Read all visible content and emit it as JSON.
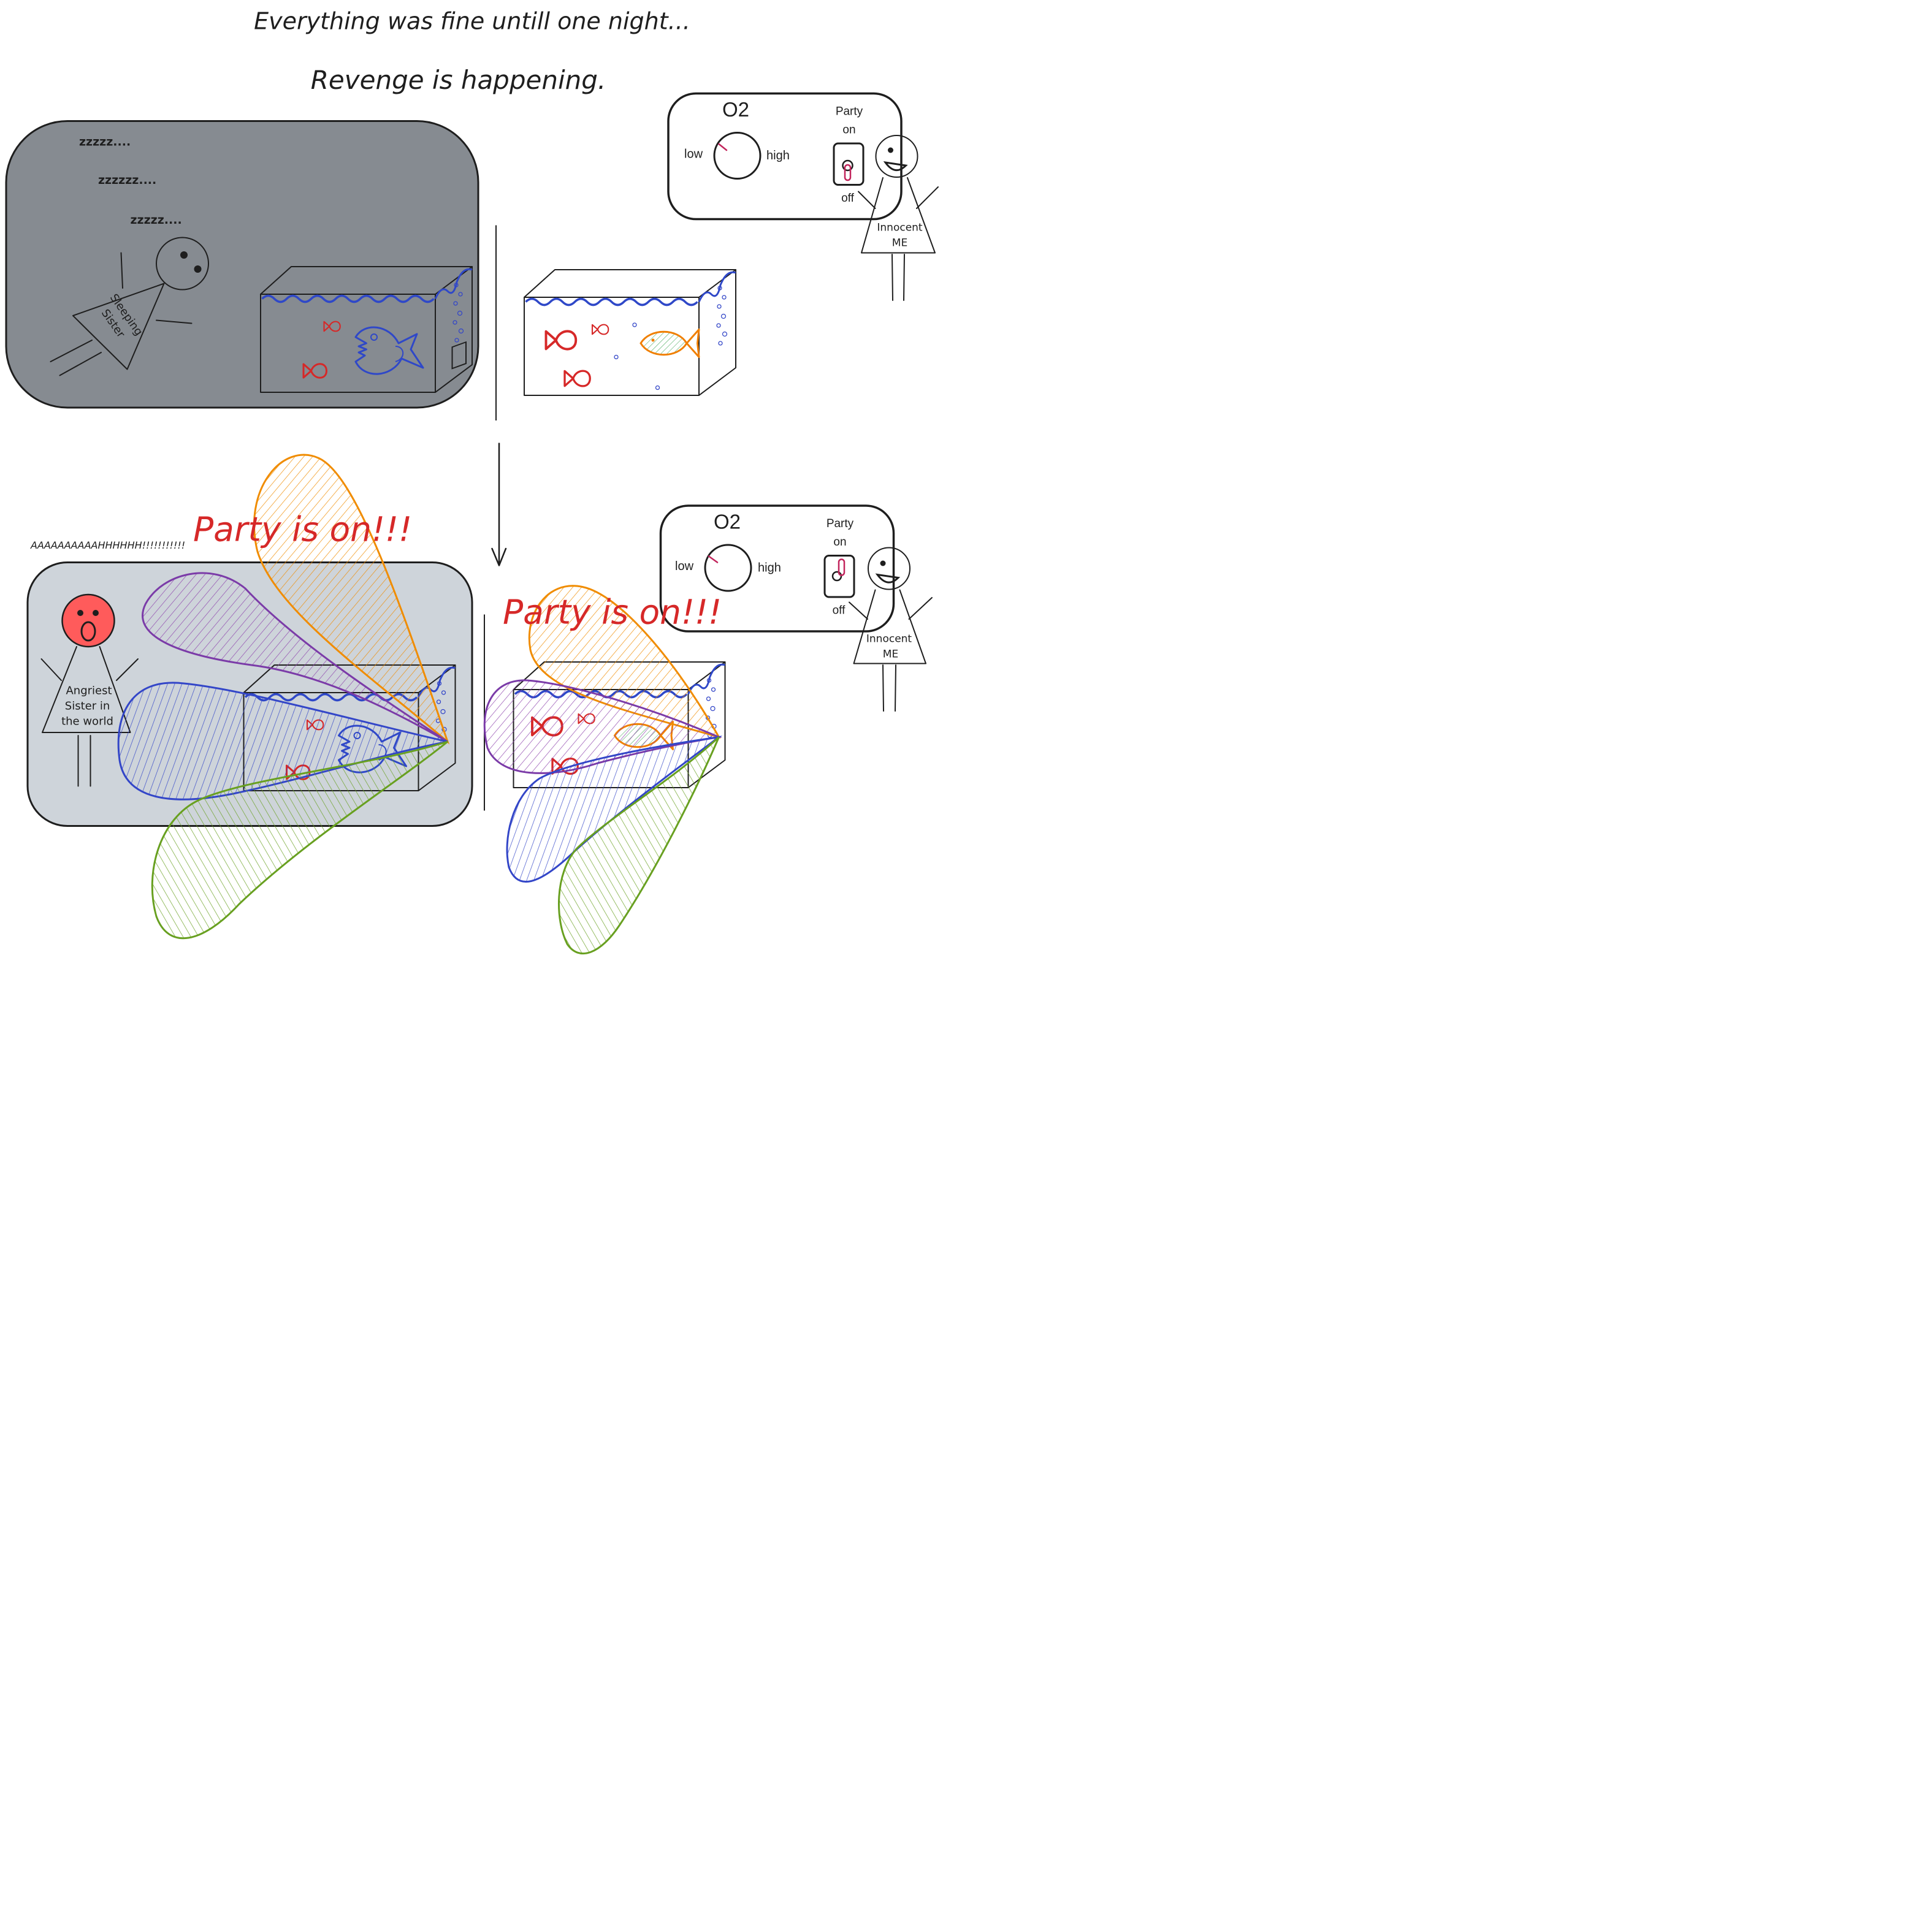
{
  "captions": {
    "intro": "Everything was fine untill one night...",
    "revenge": "Revenge is happening."
  },
  "night_scene": {
    "snore_1": "zzzzz....",
    "snore_2": "zzzzzz....",
    "snore_3": "zzzzz....",
    "sister_shirt_line1": "Sleeping",
    "sister_shirt_line2": "Sister"
  },
  "control_panel": {
    "title": "O2",
    "dial_low": "low",
    "dial_high": "high",
    "switch_title": "Party",
    "switch_on": "on",
    "switch_off": "off"
  },
  "me": {
    "shirt_line1": "Innocent",
    "shirt_line2": "ME"
  },
  "party_scene": {
    "scream": "AAAAAAAAAAHHHHHH!!!!!!!!!!!",
    "banner": "Party is on!!!",
    "sister_shirt_line1": "Angriest",
    "sister_shirt_line2": "Sister in",
    "sister_shirt_line3": "the world"
  },
  "colors": {
    "night_room": "#868b91",
    "party_room": "#ced4da",
    "water": "#2f48c8",
    "small_fish": "#d62828",
    "orange_fish": "#f07f00",
    "angry_face": "#ff5b5b",
    "banner_text": "#d62828",
    "beam_orange": "#f08c00",
    "beam_purple": "#7b3ba8",
    "beam_blue": "#3346c8",
    "beam_green": "#68a020"
  }
}
